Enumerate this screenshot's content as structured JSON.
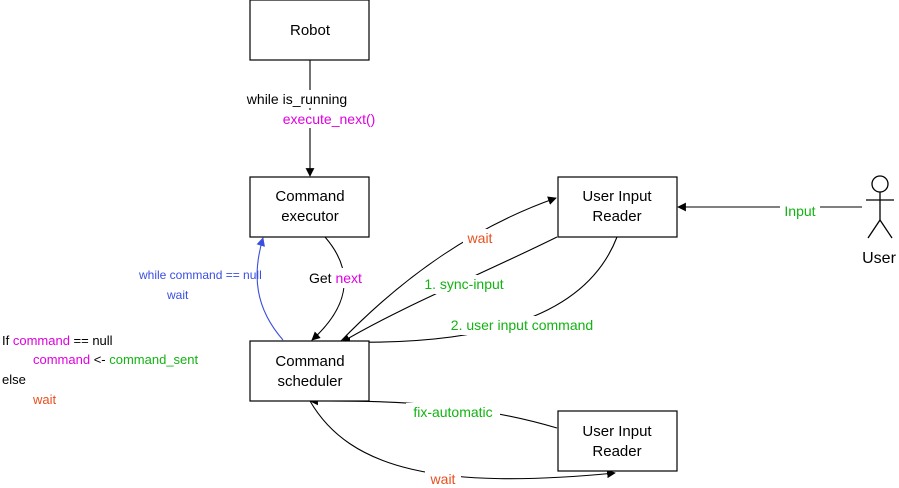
{
  "colors": {
    "magenta": "#e000e0",
    "green": "#12b312",
    "orange": "#e8501e",
    "blue": "#3a4fe0",
    "black": "#000000"
  },
  "nodes": {
    "robot": {
      "line1": "Robot"
    },
    "executor": {
      "line1": "Command",
      "line2": "executor"
    },
    "scheduler": {
      "line1": "Command",
      "line2": "scheduler"
    },
    "reader_top": {
      "line1": "User Input",
      "line2": "Reader"
    },
    "reader_bottom": {
      "line1": "User Input",
      "line2": "Reader"
    },
    "user": {
      "label": "User"
    }
  },
  "edges": {
    "robot_to_executor": {
      "line1": "while is_running",
      "line2": "execute_next()"
    },
    "executor_to_scheduler": {
      "prefix": "Get ",
      "keyword": "next"
    },
    "scheduler_wait_loop": {
      "line1": "while command == null",
      "line2": "wait"
    },
    "user_input": "Input",
    "wait_to_reader_top": "wait",
    "sync_input": "1. sync-input",
    "user_input_command": "2. user input command",
    "fix_automatic": "fix-automatic",
    "wait_to_reader_bottom": "wait"
  },
  "scheduler_note": {
    "if_kw": "If ",
    "if_var": "command",
    "if_rest": " == null",
    "assign_var": "command",
    "assign_op": " <- ",
    "assign_val": "command_sent",
    "else_kw": "else",
    "wait_kw": "wait"
  }
}
